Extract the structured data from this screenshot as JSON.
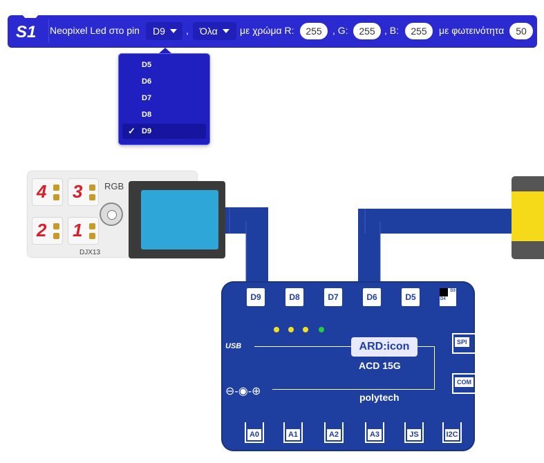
{
  "block": {
    "badge": "S1",
    "label_led": "Neopixel Led στο pin",
    "pin_value": "D9",
    "comma1": ",",
    "mode_value": "Όλα",
    "label_color": "με χρώμα R:",
    "r_value": "255",
    "label_g": ", G:",
    "g_value": "255",
    "label_b": ", B:",
    "b_value": "255",
    "label_brightness": "με φωτεινότητα",
    "brightness_value": "50"
  },
  "pin_menu": {
    "options": [
      "D5",
      "D6",
      "D7",
      "D8",
      "D9"
    ],
    "selected": "D9",
    "check": "✓"
  },
  "module": {
    "leds": [
      "4",
      "3",
      "2",
      "1"
    ],
    "rgb_label": "RGB",
    "model": "DJX13"
  },
  "board": {
    "top_pins": [
      "D9",
      "D8",
      "D7",
      "D6",
      "D5"
    ],
    "d3": "D3",
    "d4": "D4",
    "brand": "ARD:icon",
    "model": "ACD 15G",
    "maker": "polytech",
    "usb": "USB",
    "side_ports": [
      "SPI",
      "COM"
    ],
    "bottom_pins": [
      "A0",
      "A1",
      "A2",
      "A3",
      "JS",
      "I2C"
    ],
    "power_symbol": "⊖-◉-⊕",
    "led_colors": [
      "#f0e020",
      "#f0e020",
      "#f0e020",
      "#20d040"
    ]
  },
  "colors": {
    "block": "#2a2ad0",
    "menu": "#2020c0",
    "board": "#1f3fa0",
    "connector": "#2fa6d8",
    "yellow_connector": "#f5da1a"
  }
}
